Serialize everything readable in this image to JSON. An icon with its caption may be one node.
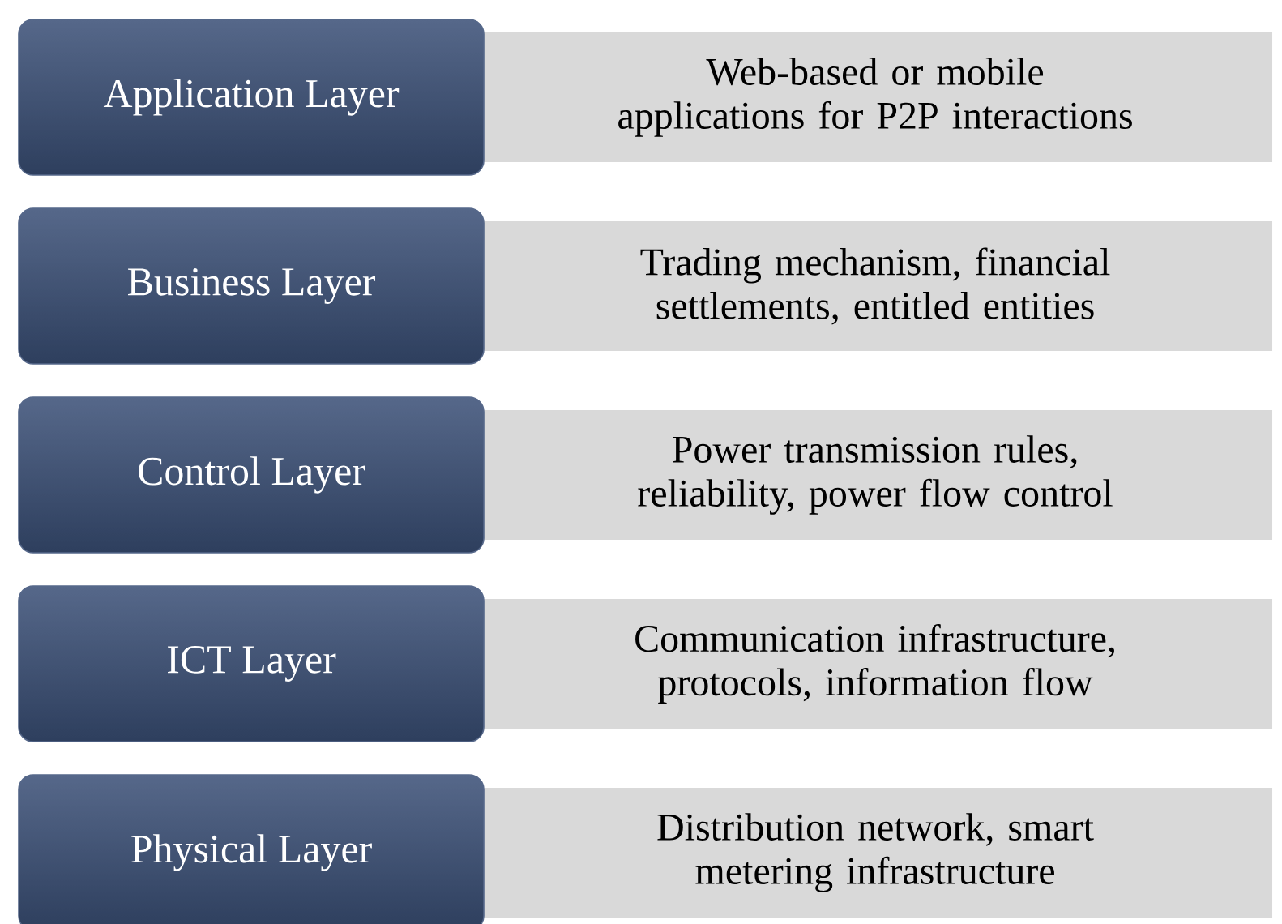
{
  "diagram": {
    "nodes": [
      {
        "text": [
          "Application Layer"
        ]
      },
      {
        "text": [
          "Web-based or mobile applications for P2P interactions"
        ]
      },
      {
        "text": [
          "Business Layer"
        ]
      },
      {
        "text": [
          "Trading mechanism, financial settlements, entitled entities"
        ]
      },
      {
        "text": [
          "Control Layer"
        ]
      },
      {
        "text": [
          "Power transmission rules, reliability, power flow control"
        ]
      },
      {
        "text": [
          "ICT Layer"
        ]
      },
      {
        "text": [
          "Communication infrastructure, protocols, information flow"
        ]
      },
      {
        "text": [
          "Physical Layer"
        ]
      },
      {
        "text": [
          "Distribution network, smart metering infrastructure"
        ]
      }
    ]
  }
}
